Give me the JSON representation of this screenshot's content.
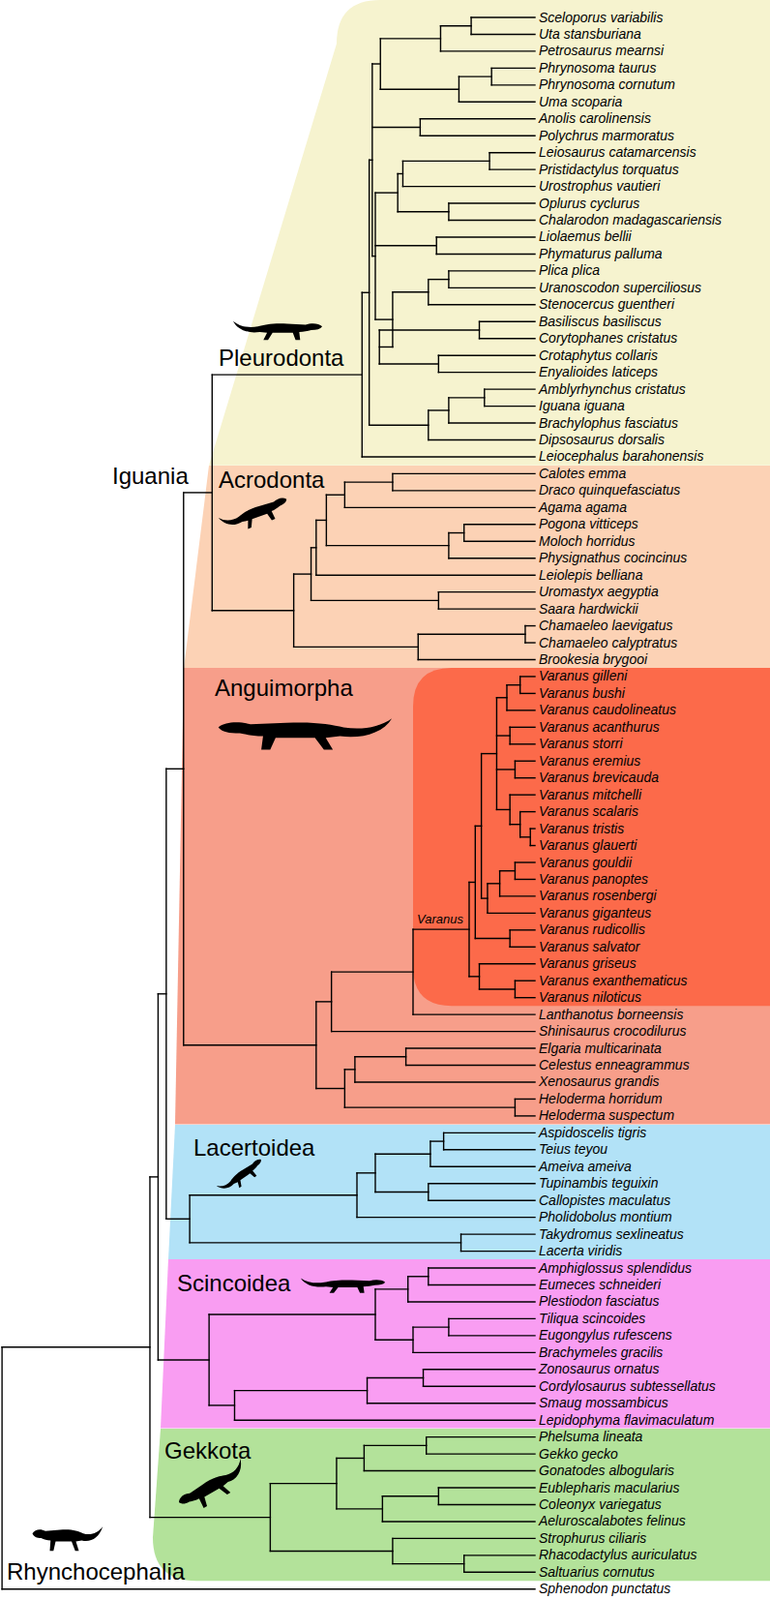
{
  "diagram": {
    "nodes": [
      {
        "text": [
          "Pleurodonta"
        ]
      },
      {
        "text": [
          "Acrodonta"
        ]
      },
      {
        "text": [
          "Anguimorpha"
        ]
      },
      {
        "text": [
          "Varanus"
        ],
        "in": 2
      },
      {
        "text": [
          "Lacertoidea"
        ]
      },
      {
        "text": [
          "Scincoidea"
        ]
      },
      {
        "text": [
          "Gekkota"
        ]
      }
    ],
    "labels": [
      "Sceloporus variabilis",
      "Uta stansburiana",
      "Petrosaurus mearnsi",
      "Phrynosoma taurus",
      "Phrynosoma cornutum",
      "Uma scoparia",
      "Anolis carolinensis",
      "Polychrus marmoratus",
      "Leiosaurus catamarcensis",
      "Pristidactylus torquatus",
      "Urostrophus vautieri",
      "Oplurus cyclurus",
      "Chalarodon madagascariensis",
      "Liolaemus bellii",
      "Phymaturus palluma",
      "Plica plica",
      "Uranoscodon superciliosus",
      "Stenocercus guentheri",
      "Basiliscus basiliscus",
      "Corytophanes cristatus",
      "Crotaphytus collaris",
      "Enyalioides laticeps",
      "Amblyrhynchus cristatus",
      "Iguana iguana",
      "Brachylophus fasciatus",
      "Dipsosaurus dorsalis",
      "Leiocephalus barahonensis",
      "Calotes emma",
      "Draco quinquefasciatus",
      "Agama agama",
      "Pogona vitticeps",
      "Moloch horridus",
      "Physignathus cocincinus",
      "Leiolepis belliana",
      "Uromastyx aegyptia",
      "Saara hardwickii",
      "Chamaeleo laevigatus",
      "Chamaeleo calyptratus",
      "Brookesia brygooi",
      "Varanus gilleni",
      "Varanus bushi",
      "Varanus caudolineatus",
      "Varanus acanthurus",
      "Varanus storri",
      "Varanus eremius",
      "Varanus brevicauda",
      "Varanus mitchelli",
      "Varanus scalaris",
      "Varanus tristis",
      "Varanus glauerti",
      "Varanus gouldii",
      "Varanus panoptes",
      "Varanus rosenbergi",
      "Varanus giganteus",
      "Varanus rudicollis",
      "Varanus salvator",
      "Varanus griseus",
      "Varanus exanthematicus",
      "Varanus niloticus",
      "Lanthanotus borneensis",
      "Shinisaurus crocodilurus",
      "Elgaria multicarinata",
      "Celestus enneagrammus",
      "Xenosaurus grandis",
      "Heloderma horridum",
      "Heloderma suspectum",
      "Aspidoscelis tigris",
      "Teius teyou",
      "Ameiva ameiva",
      "Tupinambis teguixin",
      "Callopistes maculatus",
      "Pholidobolus montium",
      "Takydromus sexlineatus",
      "Lacerta viridis",
      "Amphiglossus splendidus",
      "Eumeces schneideri",
      "Plestiodon fasciatus",
      "Tiliqua scincoides",
      "Eugongylus rufescens",
      "Brachymeles gracilis",
      "Zonosaurus ornatus",
      "Cordylosaurus subtessellatus",
      "Smaug mossambicus",
      "Lepidophyma flavimaculatum",
      "Phelsuma lineata",
      "Gekko gecko",
      "Gonatodes albogularis",
      "Eublepharis macularius",
      "Coleonyx variegatus",
      "Aeluroscalabotes felinus",
      "Strophurus ciliaris",
      "Rhacodactylus auriculatus",
      "Saltuarius cornutus",
      "Sphenodon punctatus",
      "Iguania",
      "Rhynchocephalia"
    ]
  }
}
